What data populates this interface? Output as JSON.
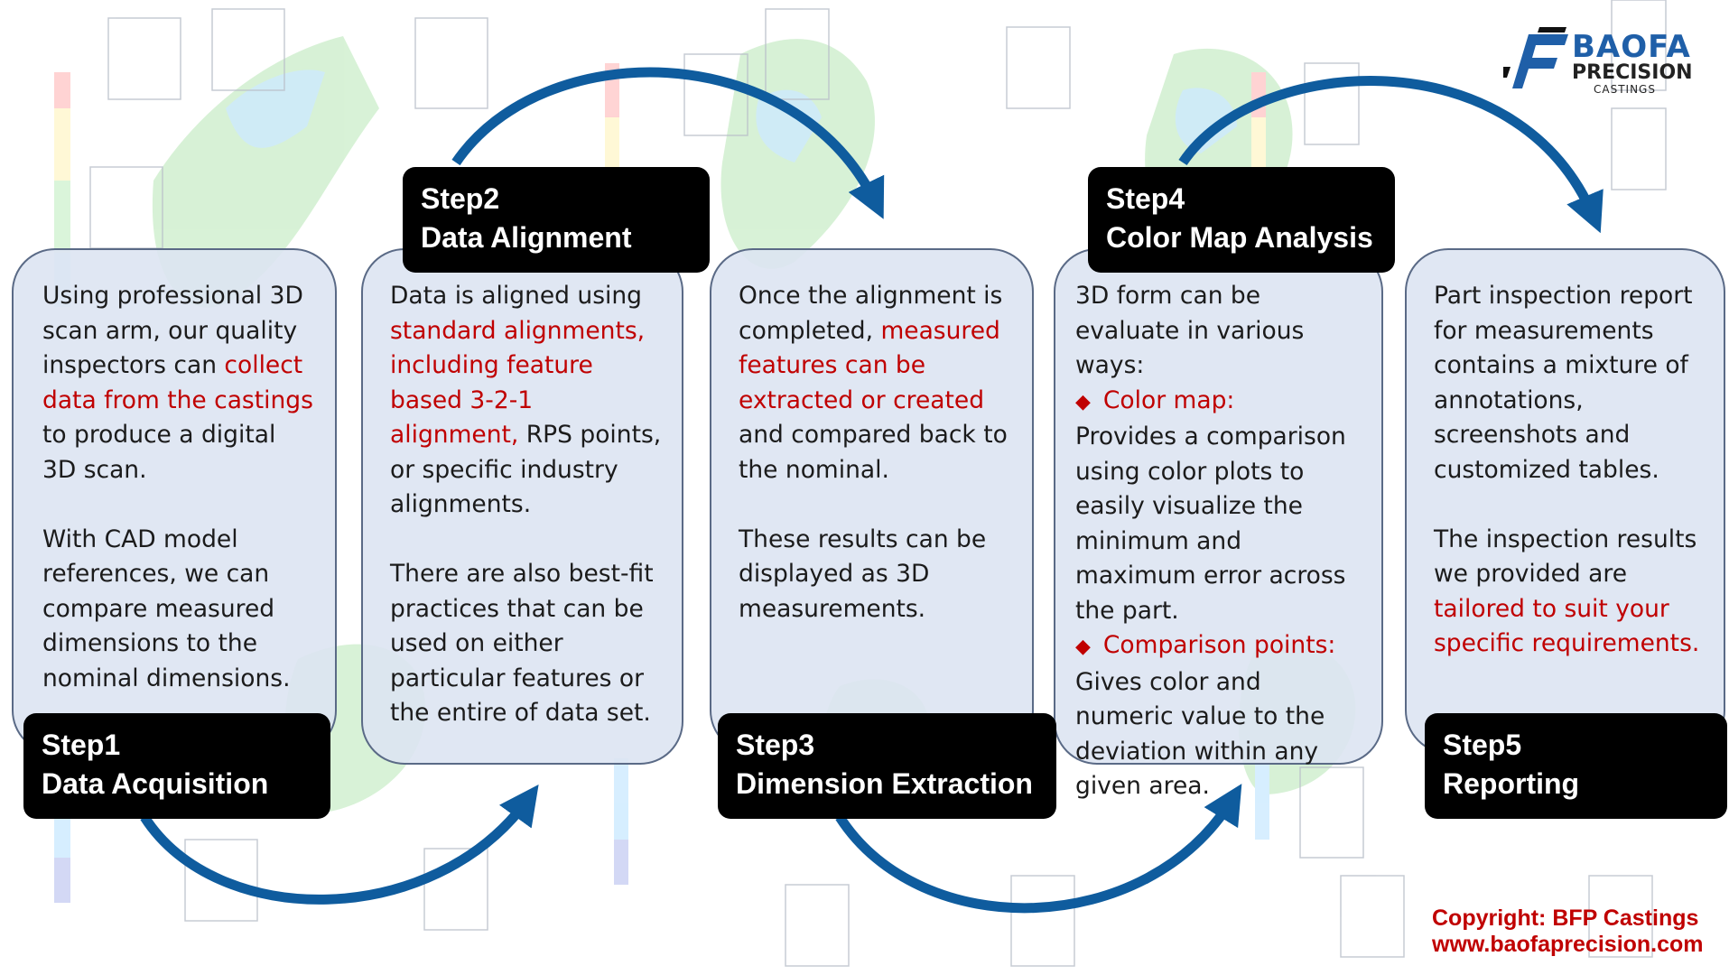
{
  "logo": {
    "name_line1": "BAOFA",
    "name_line2": "PRECISION",
    "name_line3": "CASTINGS"
  },
  "steps": [
    {
      "label_line1": "Step1",
      "label_line2": "Data Acquisition",
      "p1_a": "Using professional 3D scan arm, our quality inspectors can ",
      "p1_red": "collect data from the castings",
      "p1_b": " to produce a digital 3D scan.",
      "p2": "With CAD model references, we can compare measured dimensions to the nominal dimensions."
    },
    {
      "label_line1": "Step2",
      "label_line2": "Data Alignment",
      "p1_a": "Data is aligned using ",
      "p1_red": "standard alignments, including feature based 3-2-1 alignment,",
      "p1_b": " RPS points, or specific industry alignments.",
      "p2": "There are also best-fit practices that can be used on either particular features or the entire of data set."
    },
    {
      "label_line1": "Step3",
      "label_line2": "Dimension Extraction",
      "p1_a": "Once the alignment is completed, ",
      "p1_red": "measured features can be extracted or created",
      "p1_b": " and compared back to the nominal.",
      "p2": "These results can be displayed as 3D measurements."
    },
    {
      "label_line1": "Step4",
      "label_line2": "Color Map Analysis",
      "intro": "3D form can be evaluate in various ways:",
      "bullet_glyph": "◆",
      "b1_title": "Color map:",
      "b1_text": "Provides a comparison using color plots to easily visualize the minimum and maximum error across the part.",
      "b2_title": "Comparison points:",
      "b2_text": "Gives color and numeric value to the deviation within any given area."
    },
    {
      "label_line1": "Step5",
      "label_line2": "Reporting",
      "p1": "Part inspection report for measurements contains a mixture of annotations, screenshots and customized tables.",
      "p2_a": "The inspection results we provided are ",
      "p2_red": "tailored to suit your specific requirements."
    }
  ],
  "copyright": {
    "line1": "Copyright: BFP Castings",
    "line2": "www.baofaprecision.com"
  },
  "colors": {
    "arrow": "#0f5c9e",
    "card_fill": "#dde4f2",
    "highlight": "#c00000",
    "label_bg": "#000000"
  }
}
